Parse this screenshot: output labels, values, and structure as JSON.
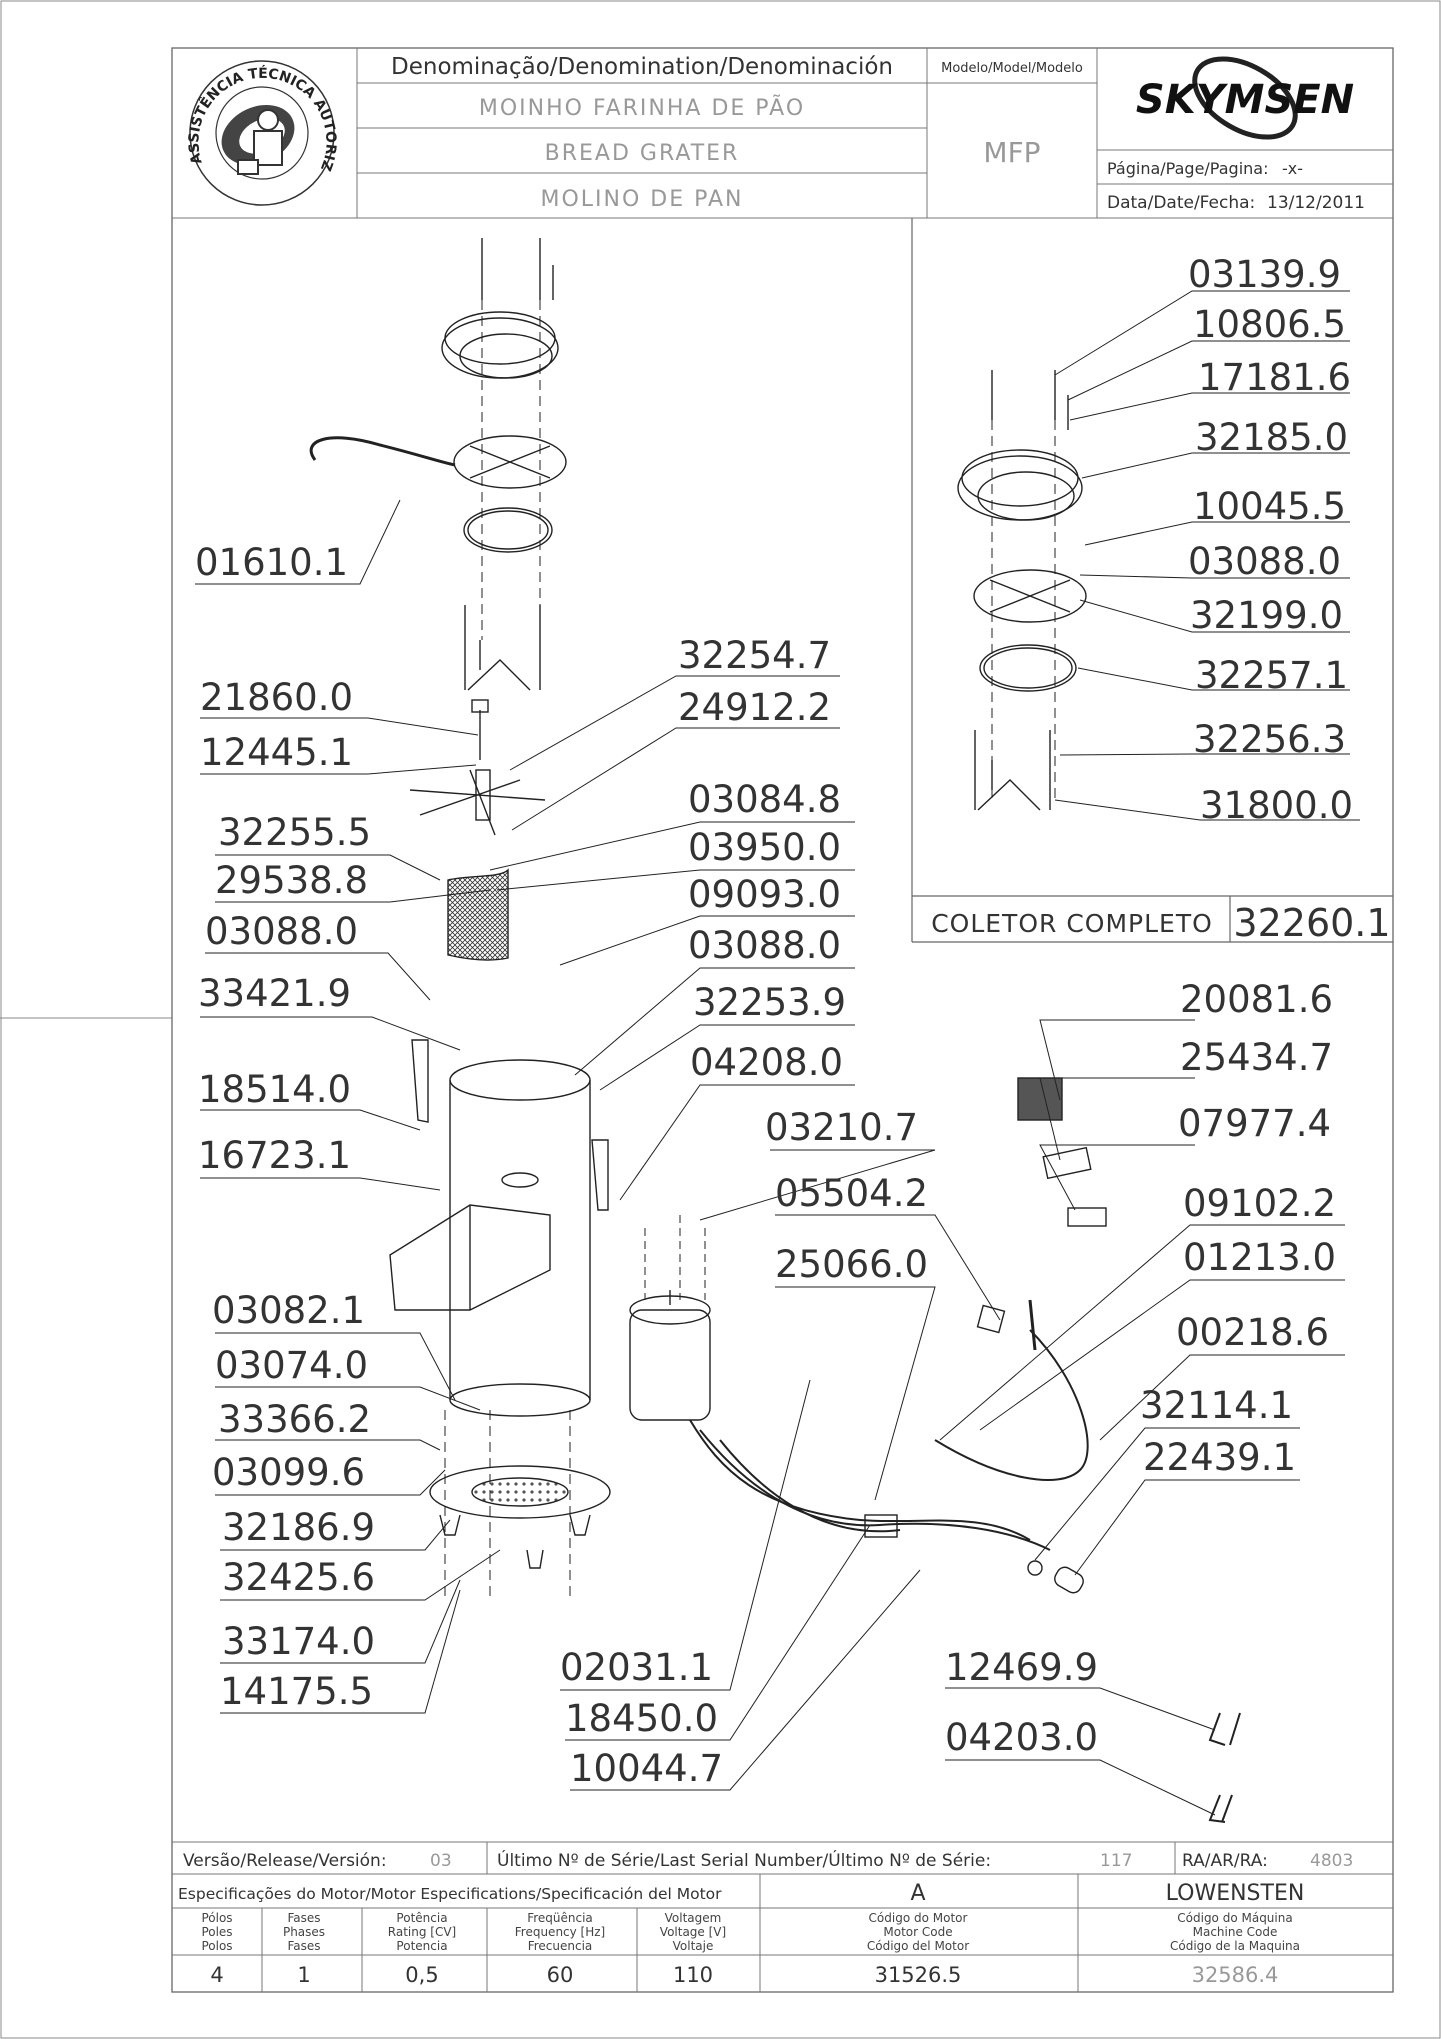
{
  "header": {
    "denomination_label": "Denominação/Denomination/Denominación",
    "name_pt": "MOINHO FARINHA DE PÃO",
    "name_en": "BREAD GRATER",
    "name_es": "MOLINO DE PAN",
    "model_label": "Modelo/Model/Modelo",
    "model_value": "MFP",
    "brand": "SKYMSEN",
    "page_label": "Página/Page/Pagina:",
    "page_value": "-x-",
    "date_label": "Data/Date/Fecha:",
    "date_value": "13/12/2011",
    "seal_text": "ASSISTÊNCIA TÉCNICA AUTORIZADA"
  },
  "left_parts": [
    "01610.1",
    "21860.0",
    "12445.1",
    "32254.7",
    "24912.2",
    "32255.5",
    "03084.8",
    "29538.8",
    "03950.0",
    "09093.0",
    "03088.0",
    "03088.0",
    "33421.9",
    "32253.9",
    "04208.0",
    "18514.0",
    "16723.1",
    "03210.7",
    "05504.2",
    "25066.0",
    "20081.6",
    "25434.7",
    "07977.4",
    "09102.2",
    "01213.0",
    "00218.6",
    "32114.1",
    "22439.1",
    "03082.1",
    "03074.0",
    "33366.2",
    "03099.6",
    "32186.9",
    "32425.6",
    "33174.0",
    "14175.5",
    "02031.1",
    "18450.0",
    "10044.7",
    "12469.9",
    "04203.0"
  ],
  "collector": {
    "parts": [
      "03139.9",
      "10806.5",
      "17181.6",
      "32185.0",
      "10045.5",
      "03088.0",
      "32199.0",
      "32257.1",
      "32256.3",
      "31800.0"
    ],
    "label": "COLETOR COMPLETO",
    "code": "32260.1"
  },
  "footer": {
    "version_label": "Versão/Release/Versión:",
    "version_value": "03",
    "serial_label": "Último Nº de Série/Last Serial Number/Último Nº de Série:",
    "serial_value": "117",
    "ra_label": "RA/AR/RA:",
    "ra_value": "4803",
    "motor_spec_label": "Especificações do Motor/Motor Especifications/Specificación del Motor",
    "motor_spec_value": "A",
    "manufacturer": "LOWENSTEN",
    "columns": [
      {
        "l1": "Pólos",
        "l2": "Poles",
        "l3": "Polos",
        "value": "4"
      },
      {
        "l1": "Fases",
        "l2": "Phases",
        "l3": "Fases",
        "value": "1"
      },
      {
        "l1": "Potência",
        "l2": "Rating [CV]",
        "l3": "Potencia",
        "value": "0,5"
      },
      {
        "l1": "Freqüência",
        "l2": "Frequency [Hz]",
        "l3": "Frecuencia",
        "value": "60"
      },
      {
        "l1": "Voltagem",
        "l2": "Voltage [V]",
        "l3": "Voltaje",
        "value": "110"
      },
      {
        "l1": "Código do Motor",
        "l2": "Motor Code",
        "l3": "Código del Motor",
        "value": "31526.5"
      },
      {
        "l1": "Código do Máquina",
        "l2": "Machine Code",
        "l3": "Código de la Maquina",
        "value": "32586.4"
      }
    ]
  }
}
